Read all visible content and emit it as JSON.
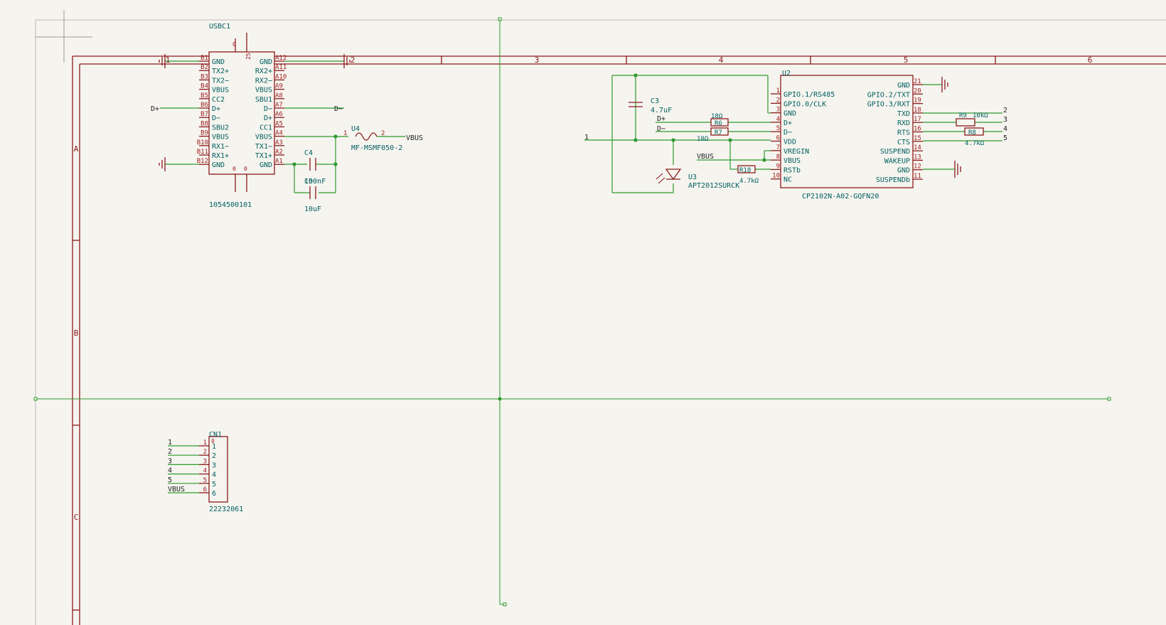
{
  "colors": {
    "background": "#f5f4ef",
    "frame": "#8b1a1a",
    "body": "#8b1a1a",
    "wire": "#2e9a2e",
    "label": "#005f5f",
    "pin_number": "#a32020",
    "netlabel": "#1c1c1c"
  },
  "frame": {
    "columns": [
      "1",
      "2",
      "3",
      "4",
      "5",
      "6"
    ],
    "rows": [
      "A",
      "B",
      "C"
    ]
  },
  "usbc": {
    "ref": "USBC1",
    "value": "1054500101",
    "shield": [
      "0",
      "25",
      "0",
      "0"
    ],
    "left_pins": [
      {
        "num": "B1",
        "name": "GND"
      },
      {
        "num": "B2",
        "name": "TX2+"
      },
      {
        "num": "B3",
        "name": "TX2−"
      },
      {
        "num": "B4",
        "name": "VBUS"
      },
      {
        "num": "B5",
        "name": "CC2"
      },
      {
        "num": "B6",
        "name": "D+"
      },
      {
        "num": "B7",
        "name": "D−"
      },
      {
        "num": "B8",
        "name": "SBU2"
      },
      {
        "num": "B9",
        "name": "VBUS"
      },
      {
        "num": "B10",
        "name": "RX1−"
      },
      {
        "num": "B11",
        "name": "RX1+"
      },
      {
        "num": "B12",
        "name": "GND"
      }
    ],
    "right_pins": [
      {
        "num": "A12",
        "name": "GND"
      },
      {
        "num": "A11",
        "name": "RX2+"
      },
      {
        "num": "A10",
        "name": "RX2−"
      },
      {
        "num": "A9",
        "name": "VBUS"
      },
      {
        "num": "A8",
        "name": "SBU1"
      },
      {
        "num": "A7",
        "name": "D−"
      },
      {
        "num": "A6",
        "name": "D+"
      },
      {
        "num": "A5",
        "name": "CC1"
      },
      {
        "num": "A4",
        "name": "VBUS"
      },
      {
        "num": "A3",
        "name": "TX1−"
      },
      {
        "num": "A2",
        "name": "TX1+"
      },
      {
        "num": "A1",
        "name": "GND"
      }
    ],
    "net_dplus": "D+",
    "net_dminus": "D−"
  },
  "fuse": {
    "ref": "U4",
    "value": "MF-MSMF050-2",
    "pin1": "1",
    "pin2": "2",
    "net": "VBUS"
  },
  "c4": {
    "ref": "C4",
    "value": "100nF",
    "value2": "10uF",
    "overlap": "C5"
  },
  "cp2102": {
    "ref": "U2",
    "value": "CP2102N-A02-GQFN20",
    "left_pins": [
      {
        "num": "1",
        "name": "GPIO.1/RS485"
      },
      {
        "num": "2",
        "name": "GPIO.0/CLK"
      },
      {
        "num": "3",
        "name": "GND"
      },
      {
        "num": "4",
        "name": "D+"
      },
      {
        "num": "5",
        "name": "D−"
      },
      {
        "num": "6",
        "name": "VDD"
      },
      {
        "num": "7",
        "name": "VREGIN"
      },
      {
        "num": "8",
        "name": "VBUS"
      },
      {
        "num": "9",
        "name": "RSTb"
      },
      {
        "num": "10",
        "name": "NC"
      }
    ],
    "right_pins": [
      {
        "num": "21",
        "name": "GND"
      },
      {
        "num": "20",
        "name": "GPIO.2/TXT"
      },
      {
        "num": "19",
        "name": "GPIO.3/RXT"
      },
      {
        "num": "18",
        "name": "TXD"
      },
      {
        "num": "17",
        "name": "RXD"
      },
      {
        "num": "16",
        "name": "RTS"
      },
      {
        "num": "15",
        "name": "CTS"
      },
      {
        "num": "14",
        "name": "SUSPEND"
      },
      {
        "num": "13",
        "name": "WAKEUP"
      },
      {
        "num": "12",
        "name": "GND"
      },
      {
        "num": "11",
        "name": "SUSPENDb"
      }
    ]
  },
  "c3": {
    "ref": "C3",
    "value": "4.7uF"
  },
  "r6": {
    "ref": "R6",
    "value": "18Ω"
  },
  "r7": {
    "ref": "R7",
    "value": "18Ω"
  },
  "r10": {
    "ref": "R10",
    "value": "4.7kΩ"
  },
  "r9": {
    "ref": "R9",
    "value": "10kΩ"
  },
  "r8": {
    "ref": "R8",
    "value": "4.7kΩ"
  },
  "led": {
    "ref": "U3",
    "value": "APT2012SURCK"
  },
  "u2_nets": {
    "dplus": "D+",
    "dminus": "D−",
    "vdd": "1",
    "vbus": "VBUS"
  },
  "u2_out_nets": [
    "2",
    "3",
    "4",
    "5"
  ],
  "cn1": {
    "ref": "CN1",
    "value": "22232061",
    "pins": [
      {
        "num": "1",
        "name": "1",
        "net": "1"
      },
      {
        "num": "2",
        "name": "2",
        "net": "2"
      },
      {
        "num": "3",
        "name": "3",
        "net": "3"
      },
      {
        "num": "4",
        "name": "4",
        "net": "4"
      },
      {
        "num": "5",
        "name": "5",
        "net": "5"
      },
      {
        "num": "6",
        "name": "6",
        "net": "VBUS"
      }
    ]
  }
}
